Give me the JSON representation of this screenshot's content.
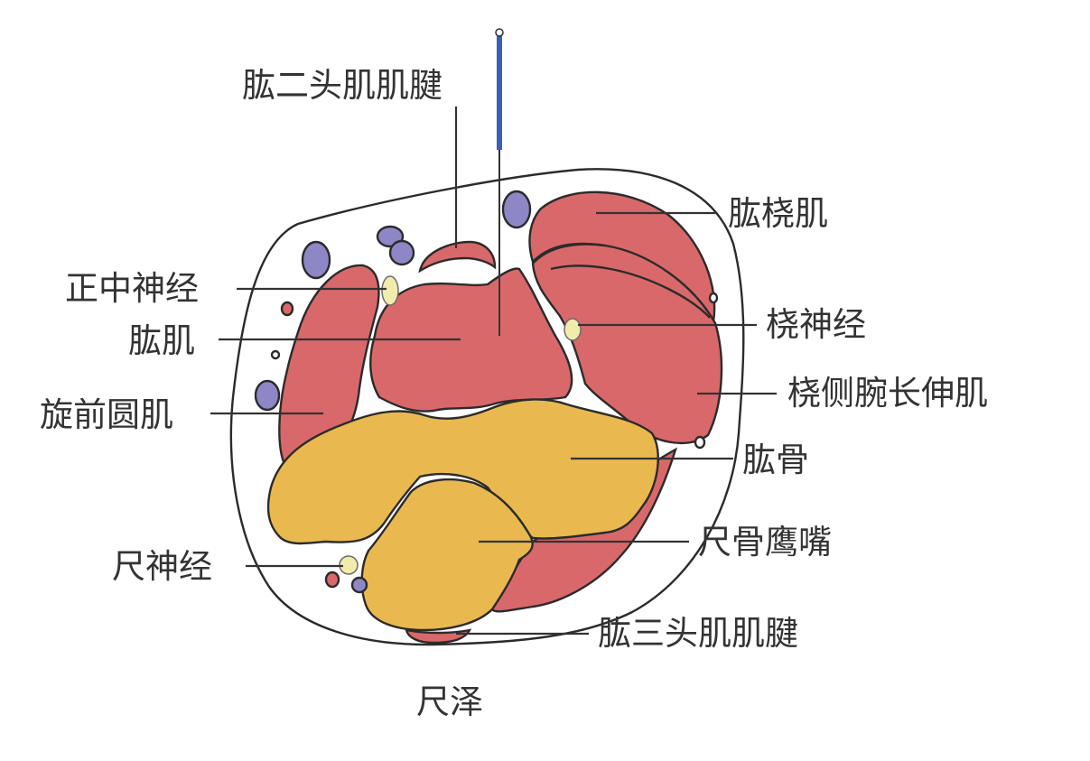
{
  "labels": {
    "biceps_tendon": "肱二头肌肌腱",
    "brachioradialis": "肱桡肌",
    "median_nerve": "正中神经",
    "brachialis": "肱肌",
    "radial_nerve": "桡神经",
    "pronator_teres": "旋前圆肌",
    "ecrl": "桡侧腕长伸肌",
    "humerus": "肱骨",
    "olecranon": "尺骨鹰嘴",
    "ulnar_nerve": "尺神经",
    "triceps_tendon": "肱三头肌肌腱",
    "acupoint": "尺泽"
  },
  "colors": {
    "muscle": "#d9686b",
    "bone": "#e9b94f",
    "vein": "#8e87c6",
    "nerve": "#f2ecac",
    "needle": "#3a5fb8",
    "outline": "#2b2b2b",
    "text": "#333333"
  }
}
